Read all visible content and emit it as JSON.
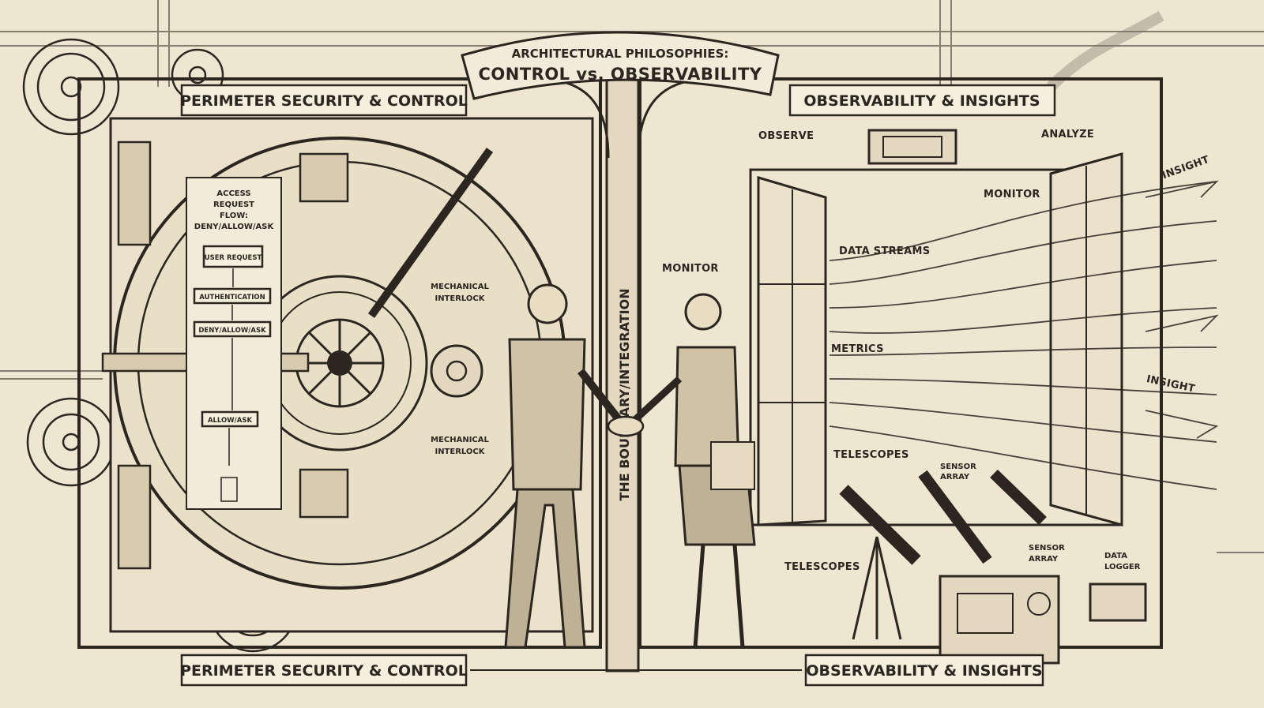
{
  "title": {
    "line1": "ARCHITECTURAL PHILOSOPHIES:",
    "line2": "CONTROL vs. OBSERVABILITY"
  },
  "left": {
    "header": "PERIMETER SECURITY & CONTROL",
    "footer": "PERIMETER SECURITY & CONTROL",
    "flow_title": [
      "ACCESS",
      "REQUEST",
      "FLOW:",
      "DENY/ALLOW/ASK"
    ],
    "flow_steps": [
      "USER REQUEST",
      "AUTHENTICATION",
      "DENY/ALLOW/ASK",
      "ALLOW/ASK"
    ],
    "interlock_1": [
      "MECHANICAL",
      "INTERLOCK"
    ],
    "interlock_2": [
      "MECHANICAL",
      "INTERLOCK"
    ]
  },
  "center": {
    "boundary": "THE BOUNDARY/INTEGRATION"
  },
  "right": {
    "header": "OBSERVABILITY & INSIGHTS",
    "footer": "OBSERVABILITY & INSIGHTS",
    "observe": "OBSERVE",
    "analyze": "ANALYZE",
    "monitor_top": "MONITOR",
    "monitor_left": "MONITOR",
    "data_streams": "DATA STREAMS",
    "metrics": "METRICS",
    "insight_top": "INSIGHT",
    "insight_mid": "INSIGHT",
    "telescopes_top": "TELESCOPES",
    "telescopes_bottom": "TELESCOPES",
    "sensor_array_top": [
      "SENSOR",
      "ARRAY"
    ],
    "sensor_array_bottom": [
      "SENSOR",
      "ARRAY"
    ],
    "data_logger": [
      "DATA",
      "LOGGER"
    ]
  },
  "colors": {
    "paper": "#efe6d2",
    "ink": "#2b2620"
  }
}
